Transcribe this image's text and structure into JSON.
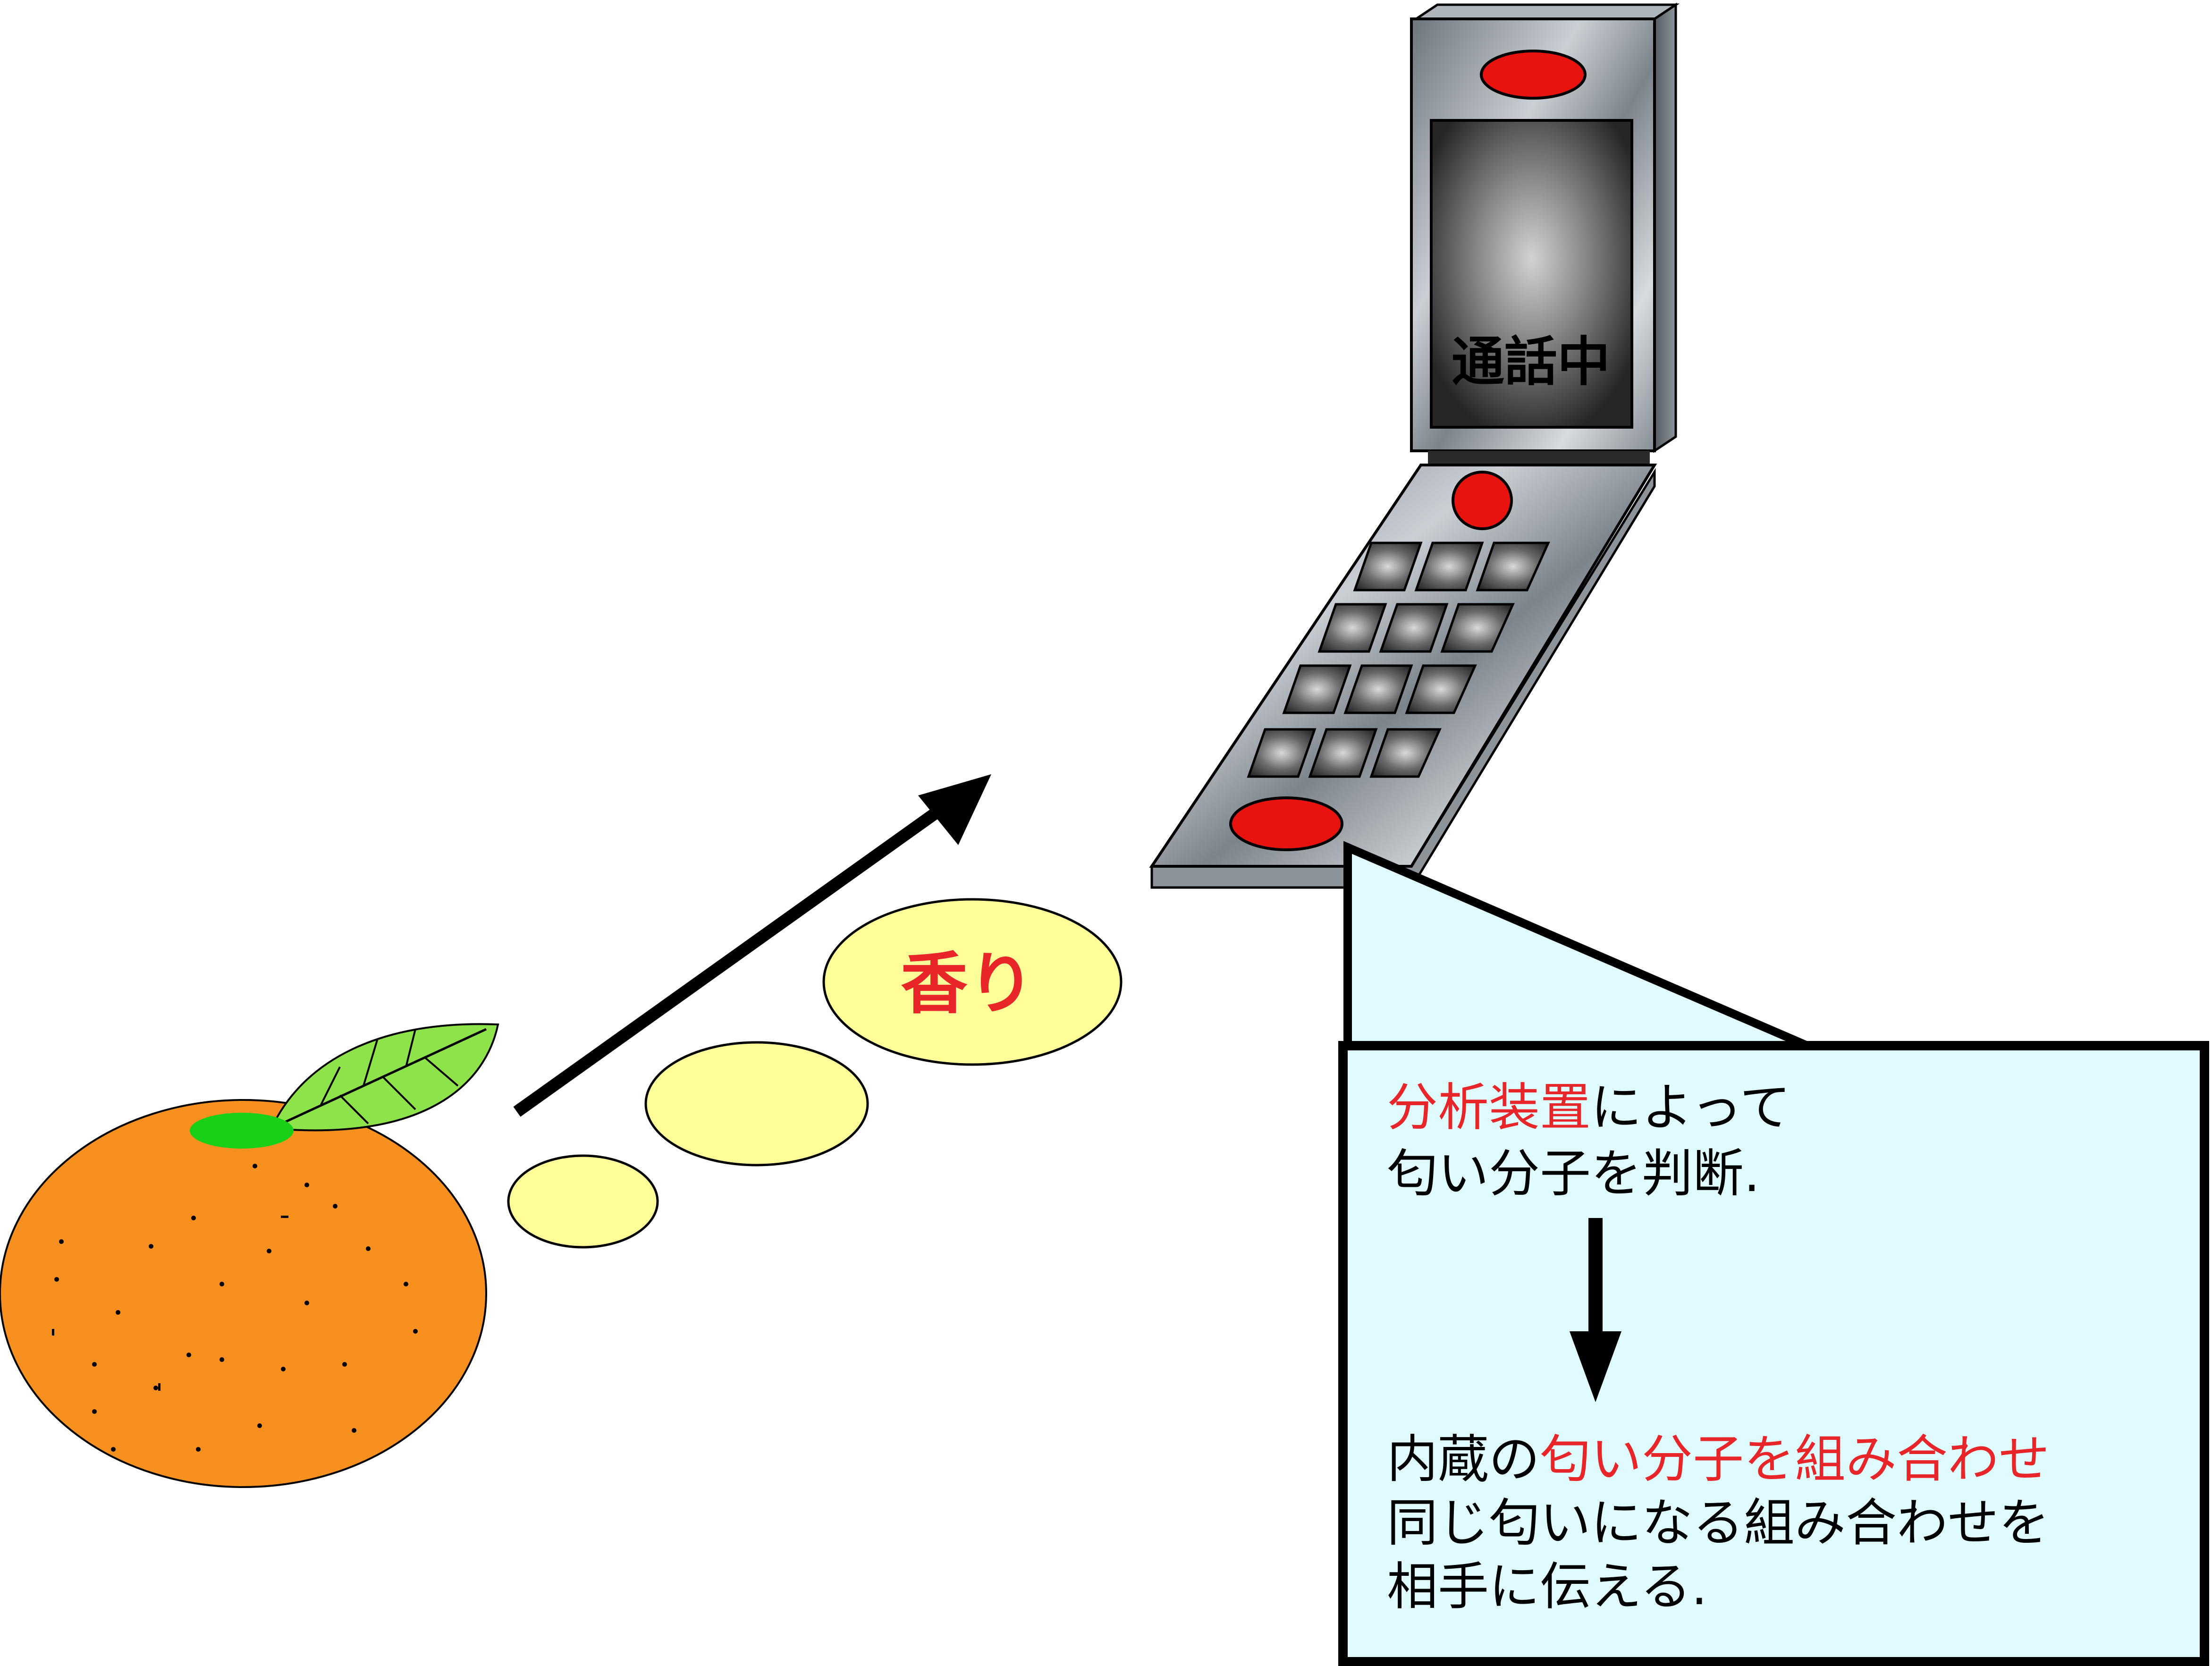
{
  "phone": {
    "screen_status": "通話中"
  },
  "scent": {
    "label": "香り"
  },
  "callout": {
    "line1": {
      "red": "分析装置",
      "black": "によって"
    },
    "line2": "匂い分子を判断.",
    "line3": {
      "black": "内蔵の",
      "red": "匂い分子を組み合わせ"
    },
    "line4": "同じ匂いになる組み合わせを",
    "line5": "相手に伝える."
  },
  "colors": {
    "orange": "#f7901e",
    "leaf": "#8ee24a",
    "stem": "#19d019",
    "bubble": "#ffff99",
    "callout_bg": "#e0fbfd",
    "accent_red": "#e8262a",
    "phone_button": "#e8120e"
  },
  "icons": [
    "orange-fruit-icon",
    "mobile-phone-icon",
    "flow-arrow-icon",
    "down-arrow-icon"
  ]
}
